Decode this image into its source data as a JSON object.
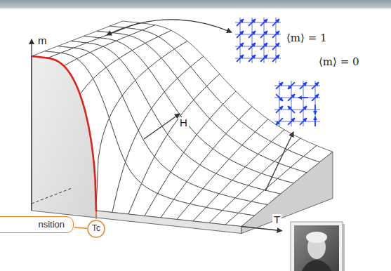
{
  "diagram": {
    "nodes": [
      {
        "text": [
          "nsition"
        ]
      },
      {
        "text": [
          "Tc"
        ]
      }
    ],
    "edges": [
      {
        "from": 0,
        "to": 1,
        "arrow": "none"
      }
    ],
    "labels": [
      "m",
      "H",
      "T",
      "⟨m⟩ = 1",
      "⟨m⟩ = 0"
    ]
  }
}
